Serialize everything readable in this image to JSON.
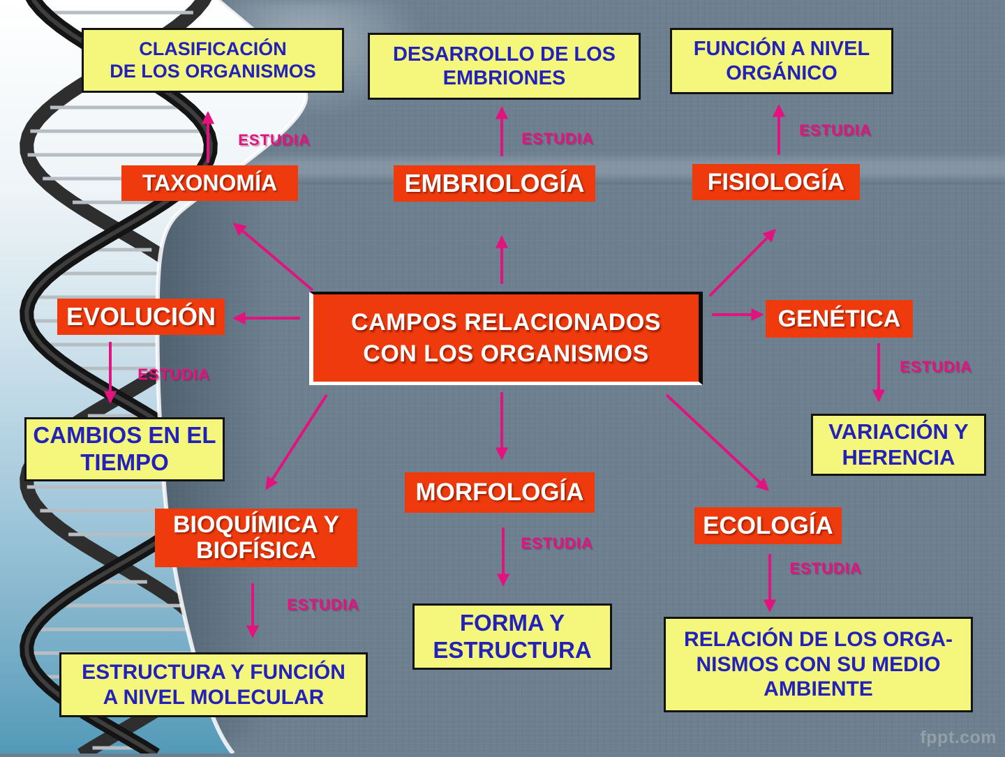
{
  "palette": {
    "background": "#6d8090",
    "box_orange": "#ee3a0c",
    "box_yellow": "#f5f67c",
    "text_blue": "#2222bb",
    "text_white": "#ffffff",
    "arrow_pink": "#e2137f"
  },
  "center_box": {
    "label": "CAMPOS RELACIONADOS\nCON LOS ORGANISMOS"
  },
  "branches": [
    {
      "id": "taxonomia",
      "field": "TAXONOMÍA",
      "verb": "ESTUDIA",
      "object": "CLASIFICACIÓN\nDE LOS ORGANISMOS"
    },
    {
      "id": "embriologia",
      "field": "EMBRIOLOGÍA",
      "verb": "ESTUDIA",
      "object": "DESARROLLO DE LOS\nEMBRIONES"
    },
    {
      "id": "fisiologia",
      "field": "FISIOLOGÍA",
      "verb": "ESTUDIA",
      "object": "FUNCIÓN A NIVEL\nORGÁNICO"
    },
    {
      "id": "evolucion",
      "field": "EVOLUCIÓN",
      "verb": "ESTUDIA",
      "object": "CAMBIOS EN EL\nTIEMPO"
    },
    {
      "id": "genetica",
      "field": "GENÉTICA",
      "verb": "ESTUDIA",
      "object": "VARIACIÓN Y\nHERENCIA"
    },
    {
      "id": "morfologia",
      "field": "MORFOLOGÍA",
      "verb": "ESTUDIA",
      "object": "FORMA Y\nESTRUCTURA"
    },
    {
      "id": "bioquimica",
      "field": "BIOQUÍMICA Y\nBIOFÍSICA",
      "verb": "ESTUDIA",
      "object": "ESTRUCTURA Y FUNCIÓN\nA NIVEL MOLECULAR"
    },
    {
      "id": "ecologia",
      "field": "ECOLOGÍA",
      "verb": "ESTUDIA",
      "object": "RELACIÓN DE LOS ORGA-\nNISMOS CON SU MEDIO\nAMBIENTE"
    }
  ],
  "watermark": "fppt.com"
}
